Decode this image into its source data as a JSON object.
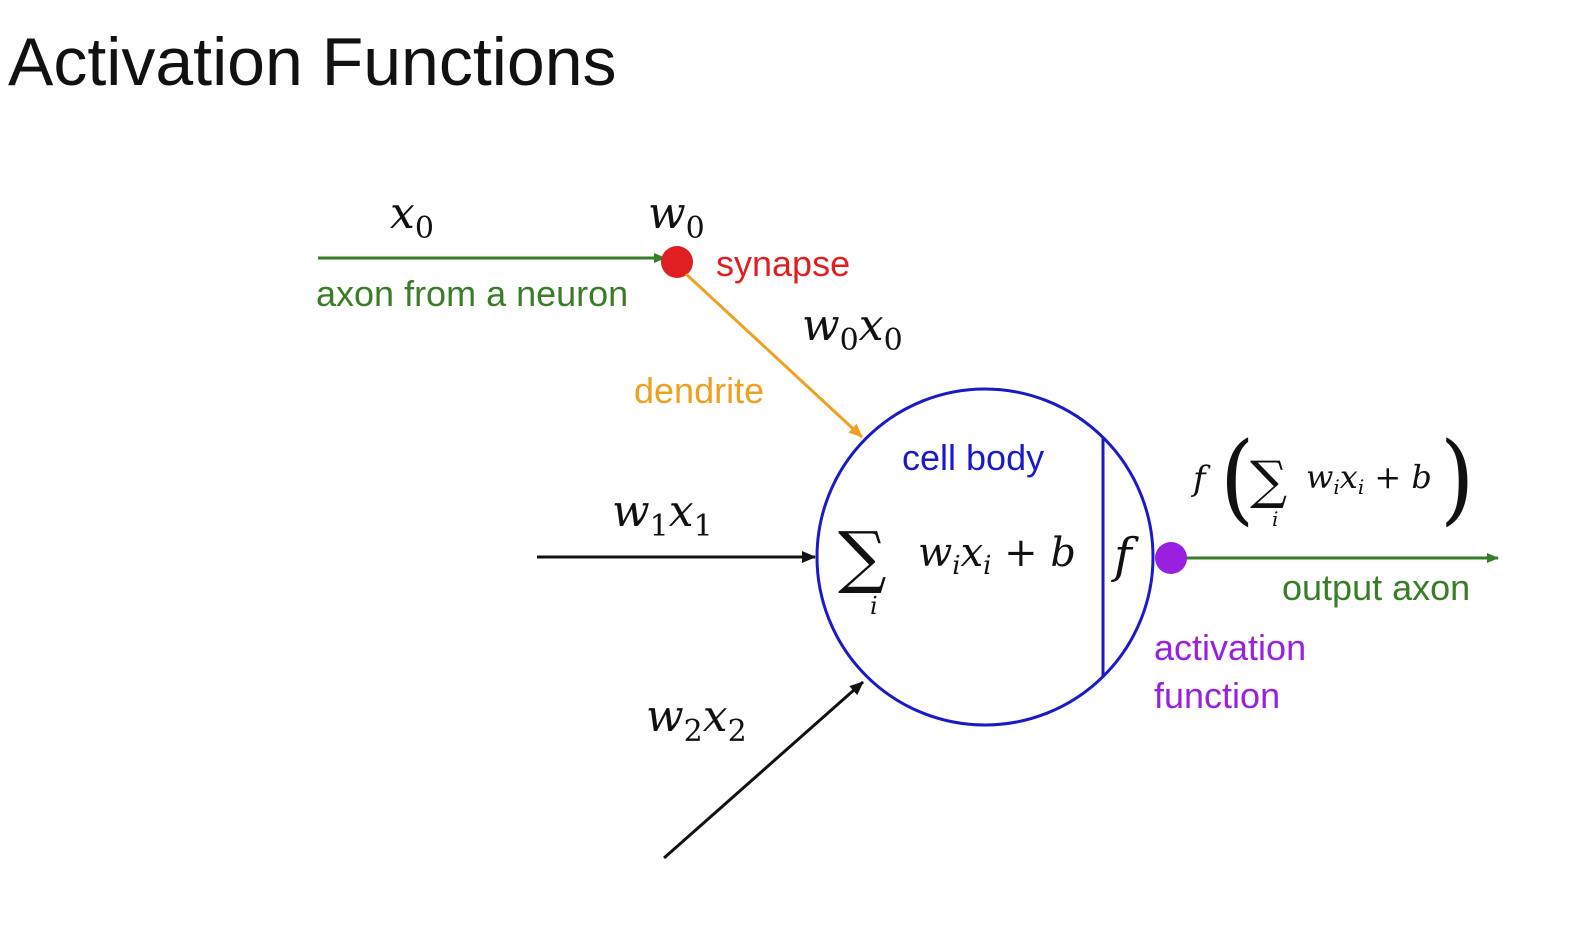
{
  "slide": {
    "title": "Activation Functions"
  },
  "diagram": {
    "labels": {
      "x0": "x",
      "x0_sub": "0",
      "w0": "w",
      "w0_sub": "0",
      "axon_from_neuron": "axon from a neuron",
      "synapse": "synapse",
      "w0x0_w": "w",
      "w0x0_w_sub": "0",
      "w0x0_x": "x",
      "w0x0_x_sub": "0",
      "dendrite": "dendrite",
      "cell_body": "cell body",
      "w1x1_w": "w",
      "w1x1_w_sub": "1",
      "w1x1_x": "x",
      "w1x1_x_sub": "1",
      "w2x2_w": "w",
      "w2x2_w_sub": "2",
      "w2x2_x": "x",
      "w2x2_x_sub": "2",
      "sum_symbol": "∑",
      "sum_index": "i",
      "sum_body_w": "w",
      "sum_body_i1": "i",
      "sum_body_x": "x",
      "sum_body_i2": "i",
      "sum_body_plus_b": " + b",
      "f_symbol": "f",
      "out_f": "f",
      "out_lparen": "(",
      "out_sum": "∑",
      "out_sum_index": "i",
      "out_w": "w",
      "out_i1": "i",
      "out_x": "x",
      "out_i2": "i",
      "out_plus_b": " + b",
      "out_rparen": ")",
      "output_axon": "output axon",
      "activation": "activation",
      "function": "function"
    },
    "colors": {
      "axon": "#3a7d28",
      "synapse": "#e02020",
      "dendrite": "#f0a020",
      "cell_body": "#1a1ac8",
      "activation": "#9a20e0",
      "black": "#111111"
    }
  }
}
